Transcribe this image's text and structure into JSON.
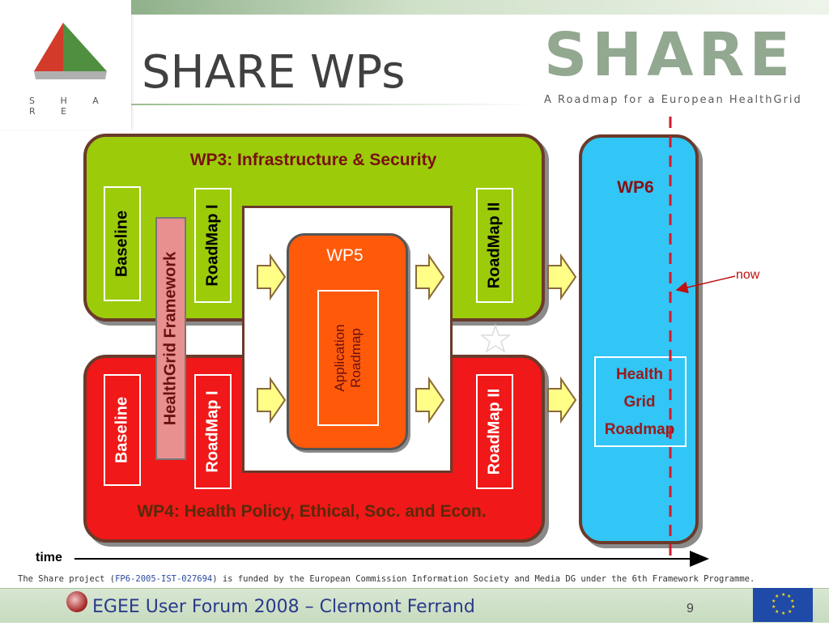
{
  "header": {
    "logo_letters": "S H A R E",
    "page_title": "SHARE WPs",
    "brand_word": "SHARE",
    "brand_tagline": "A Roadmap for a European HealthGrid"
  },
  "diagram": {
    "wp3": {
      "title": "WP3: Infrastructure & Security",
      "baseline": "Baseline",
      "roadmap_1": "RoadMap I",
      "roadmap_2": "RoadMap II",
      "color": "#9ccb0a"
    },
    "wp4": {
      "title": "WP4: Health Policy, Ethical, Soc. and Econ.",
      "baseline": "Baseline",
      "roadmap_1": "RoadMap I",
      "roadmap_2": "RoadMap II",
      "color": "#f01818"
    },
    "framework_label": "HealthGrid Framework",
    "wp5": {
      "title": "WP5",
      "inner_label": "Application Roadmap",
      "color": "#ff5a0a"
    },
    "wp6": {
      "title": "WP6",
      "inner_lines": [
        "Health",
        "Grid",
        "Roadmap"
      ],
      "color": "#31c6f6"
    },
    "now_label": "now",
    "time_label": "time",
    "icons": [
      "arrow-right-icon",
      "star-icon"
    ]
  },
  "footer": {
    "note_prefix": "The Share project (",
    "note_grant": "FP6-2005-IST-027694",
    "note_suffix": ") is funded by the European Commission Information Society and Media DG under the 6th Framework Programme.",
    "event": "EGEE User Forum 2008 – Clermont Ferrand",
    "page_number": "9"
  }
}
